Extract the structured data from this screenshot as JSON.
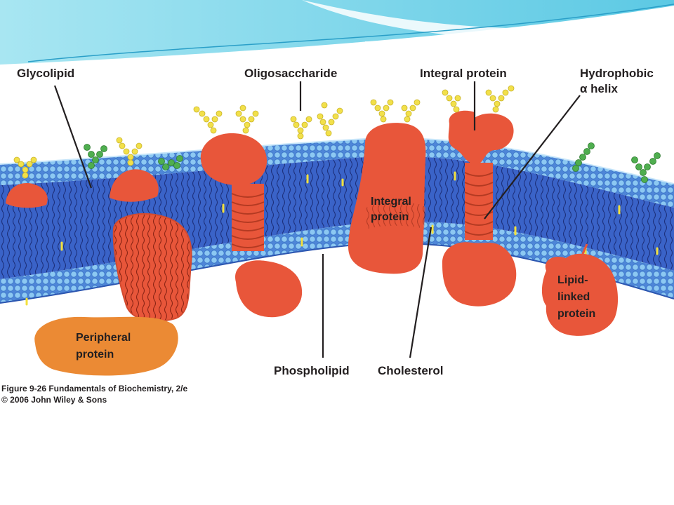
{
  "labels": {
    "glycolipid": "Glycolipid",
    "oligosaccharide": "Oligosaccharide",
    "integral_protein_top": "Integral protein",
    "hydrophobic_line1": "Hydrophobic",
    "hydrophobic_line2": "α helix",
    "integral_protein_inner_line1": "Integral",
    "integral_protein_inner_line2": "protein",
    "peripheral_line1": "Peripheral",
    "peripheral_line2": "protein",
    "phospholipid": "Phospholipid",
    "cholesterol": "Cholesterol",
    "lipid_linked_line1": "Lipid-",
    "lipid_linked_line2": "linked",
    "lipid_linked_line3": "protein"
  },
  "caption": {
    "line1": "Figure 9-26 Fundamentals of Biochemistry, 2/e",
    "line2": "© 2006 John Wiley & Sons"
  },
  "colors": {
    "banner": "#7fd8ec",
    "membrane_head": "#6fb8ec",
    "membrane_core": "#3f6fd6",
    "protein": "#e8563a",
    "peripheral_protein": "#eb8a34",
    "sugar_yellow": "#f2e04a",
    "sugar_green": "#4fae4f"
  }
}
